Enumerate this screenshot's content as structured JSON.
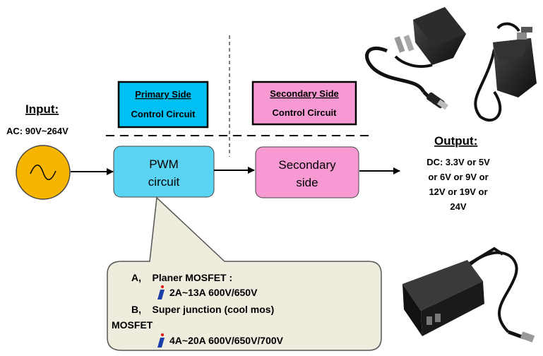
{
  "input": {
    "heading": "Input:",
    "spec": "AC: 90V~264V"
  },
  "primary_label": {
    "line1": "Primary Side",
    "line2": "Control Circuit",
    "fill": "#00bff3"
  },
  "secondary_label": {
    "line1": "Secondary Side",
    "line2": "Control Circuit",
    "fill": "#f79ad3"
  },
  "pwm_block": {
    "line1": "PWM",
    "line2": "circuit",
    "fill": "#5bd3f2"
  },
  "secondary_block": {
    "line1": "Secondary",
    "line2": "side",
    "fill": "#f79ad3"
  },
  "output": {
    "heading": "Output:",
    "lines": [
      "DC: 3.3V or 5V",
      "or 6V or 9V or",
      "12V or 19V or",
      "24V"
    ]
  },
  "callout": {
    "item_a": "A,    Planer MOSFET :",
    "item_a_range": "2A~13A 600V/650V",
    "item_b": "B,    Super junction (cool mos)",
    "item_b_cont": "MOSFET",
    "item_b_range": "4A~20A 600V/650V/700V",
    "fill": "#eeecdc"
  },
  "colors": {
    "ac_source_fill": "#f7b500",
    "logo": "#1a3ea8",
    "logo_dot": "#d8241c"
  },
  "icons": [
    "ac-sine-source-icon",
    "wall-charger-usb-photo",
    "wall-adapter-photo",
    "laptop-brick-adapter-photo",
    "brand-logo-icon"
  ]
}
